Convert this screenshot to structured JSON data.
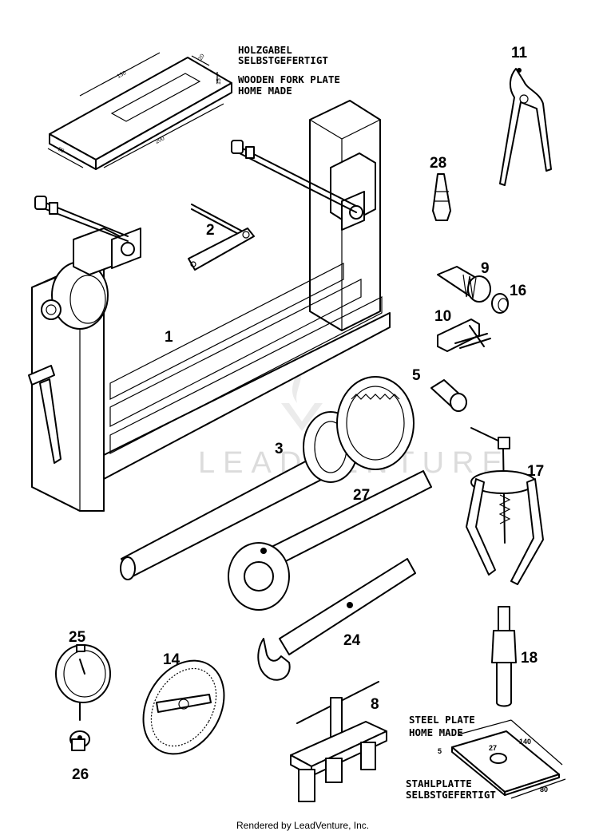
{
  "notes": {
    "wooden_de_1": "HOLZGABEL",
    "wooden_de_2": "SELBSTGEFERTIGT",
    "wooden_en_1": "WOODEN FORK PLATE",
    "wooden_en_2": "HOME MADE",
    "steel_en_1": "STEEL PLATE",
    "steel_en_2": "HOME MADE",
    "steel_de_1": "STAHLPLATTE",
    "steel_de_2": "SELBSTGEFERTIGT"
  },
  "dims": {
    "wooden_130": "130",
    "wooden_20": "20",
    "wooden_15": "15",
    "wooden_200": "200",
    "wooden_80": "80",
    "steel_5": "5",
    "steel_27": "27",
    "steel_140": "140",
    "steel_80": "80"
  },
  "callouts": {
    "c1": "1",
    "c2": "2",
    "c3": "3",
    "c5": "5",
    "c8": "8",
    "c9": "9",
    "c10": "10",
    "c11": "11",
    "c14": "14",
    "c16": "16",
    "c17": "17",
    "c18": "18",
    "c24": "24",
    "c25": "25",
    "c26": "26",
    "c27": "27",
    "c28": "28"
  },
  "watermark": "LEADVENTURE",
  "footer": "Rendered by LeadVenture, Inc."
}
